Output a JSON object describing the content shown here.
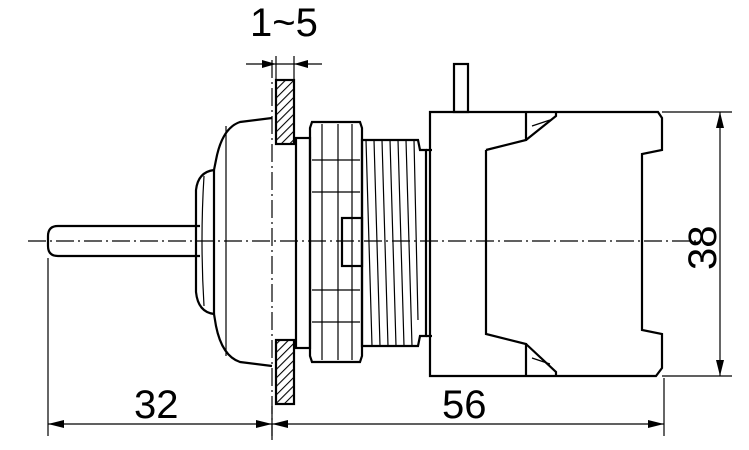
{
  "dimensions": {
    "panel_thickness": "1~5",
    "front_length": "32",
    "rear_length": "56",
    "height": "38"
  }
}
